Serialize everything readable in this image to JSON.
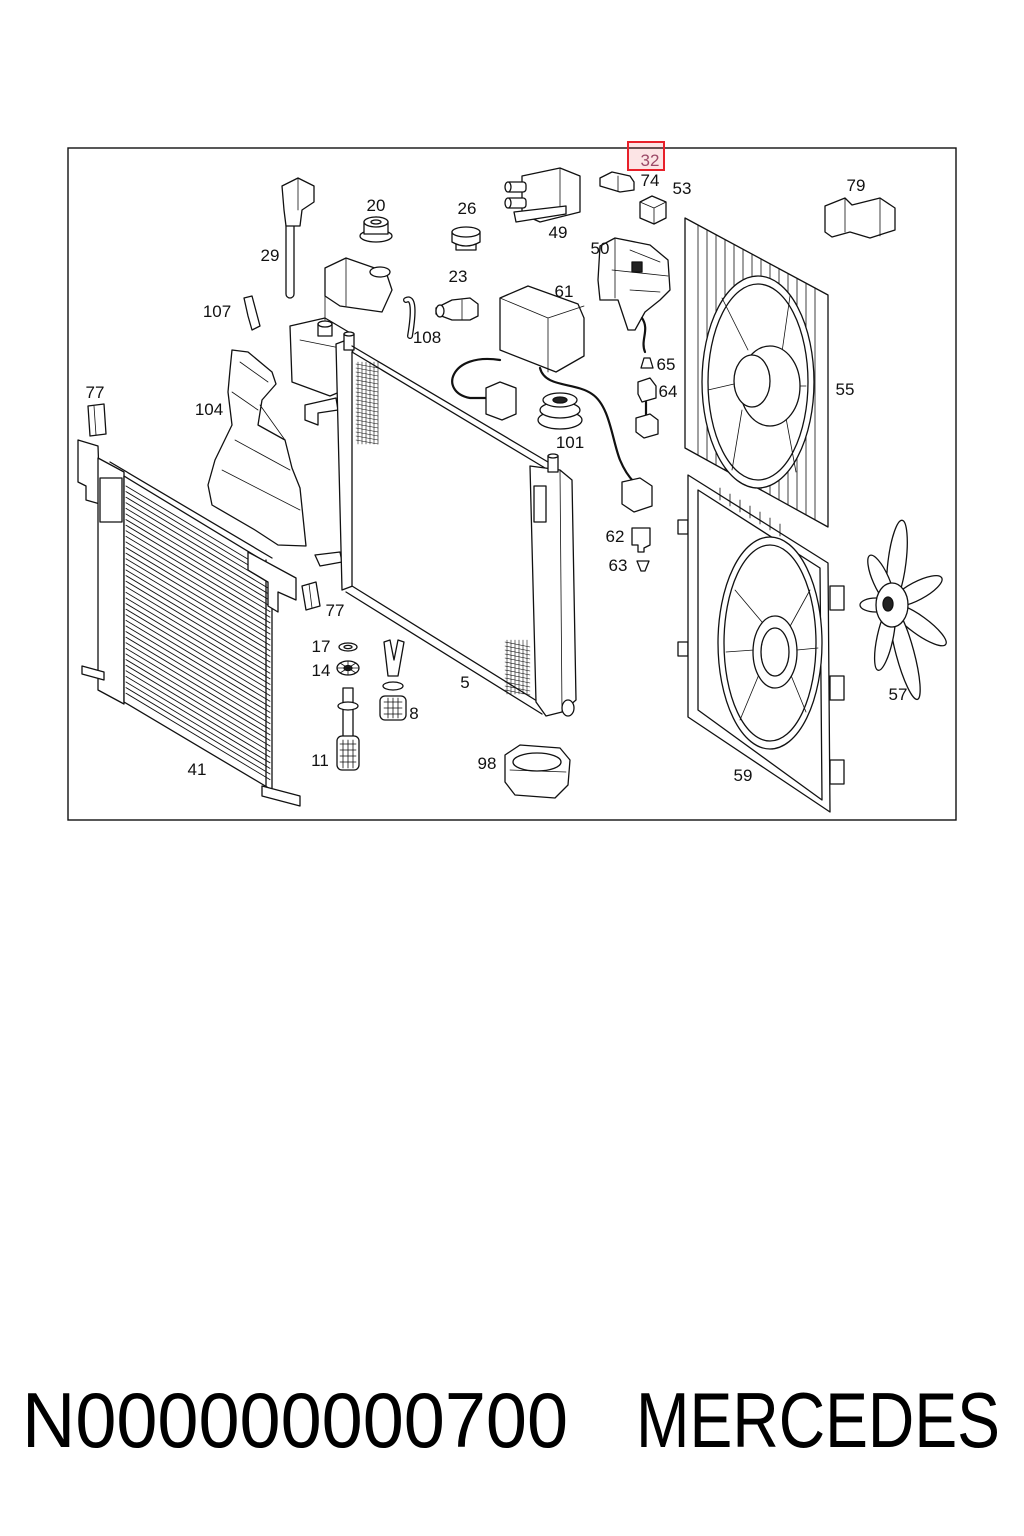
{
  "highlighted_callout": "32",
  "highlight_color": "#e8202a",
  "highlight_text_color": "#9c4a68",
  "callouts": [
    "32",
    "74",
    "53",
    "79",
    "20",
    "26",
    "49",
    "50",
    "29",
    "23",
    "61",
    "107",
    "108",
    "65",
    "55",
    "77",
    "64",
    "104",
    "101",
    "62",
    "63",
    "77",
    "17",
    "14",
    "5",
    "57",
    "8",
    "11",
    "98",
    "41",
    "59"
  ],
  "footer": {
    "part_number": "N000000000700",
    "brand": "MERCEDES"
  }
}
